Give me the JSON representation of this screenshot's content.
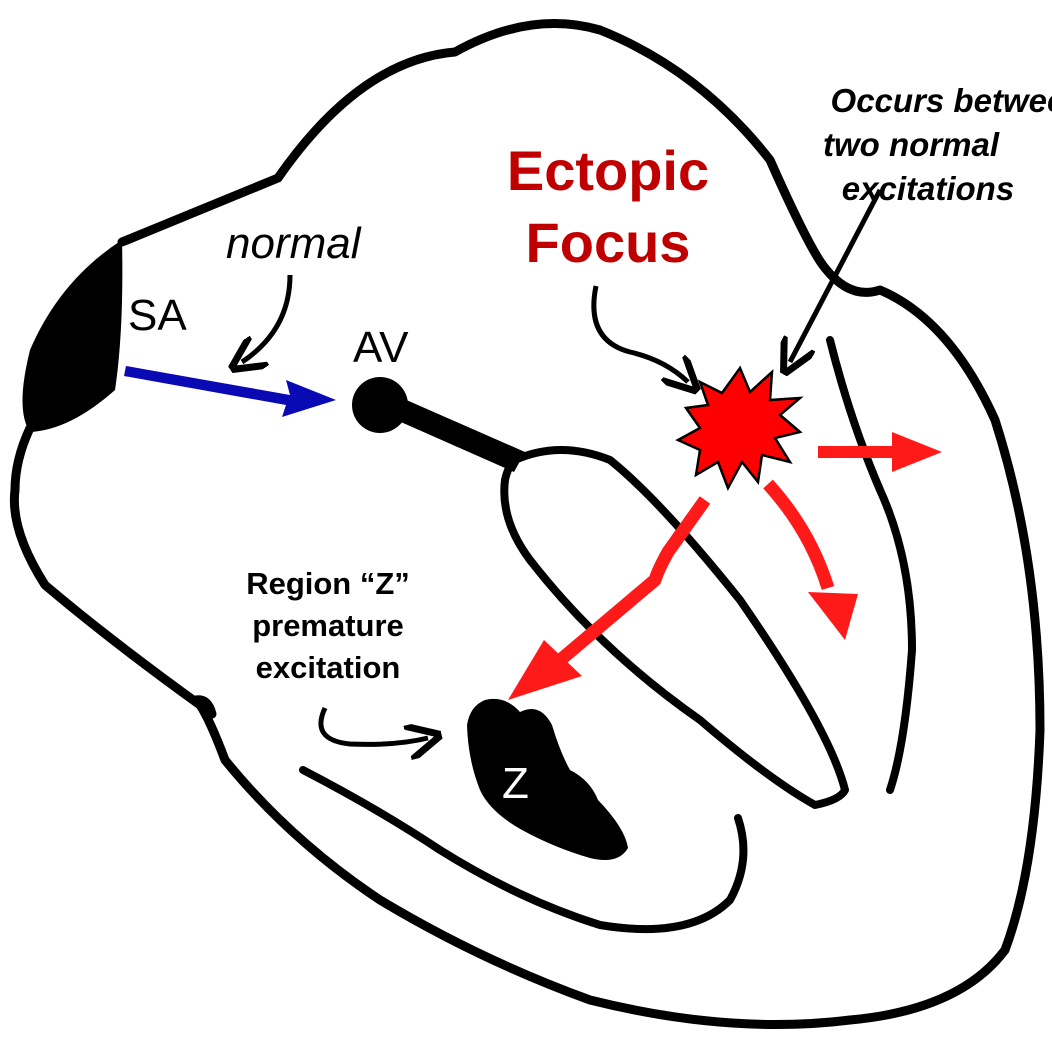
{
  "labels": {
    "sa": "SA",
    "av": "AV",
    "normal": "normal",
    "ectopic_line1": "Ectopic",
    "ectopic_line2": "Focus",
    "occurs_line1": "Occurs between",
    "occurs_line2": "two normal",
    "occurs_line3": "excitations",
    "region_line1": "Region “Z”",
    "region_line2": "premature",
    "region_line3": "excitation",
    "z": "Z"
  },
  "colors": {
    "outline": "#000000",
    "normal_conduction_arrow": "#0a0ab4",
    "ectopic_arrows": "#ff1a1a",
    "ectopic_focus_fill": "#ff0000",
    "ectopic_label": "#c00000"
  }
}
